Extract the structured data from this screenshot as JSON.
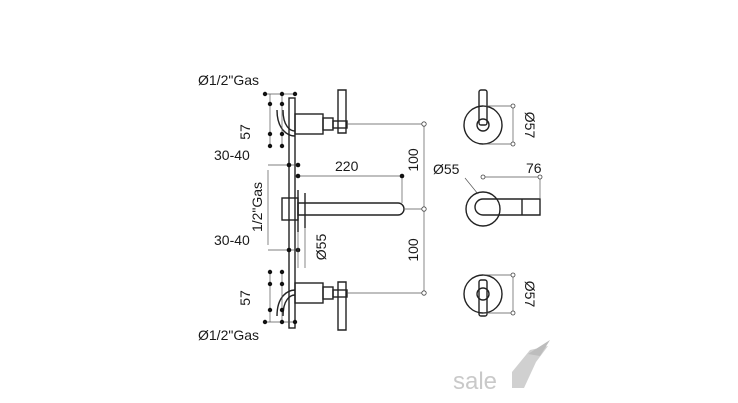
{
  "labels": {
    "gas_top": "Ø1/2\"Gas",
    "gas_bottom": "Ø1/2\"Gas",
    "gas_side": "1/2\"Gas",
    "dim_57_top": "57",
    "dim_57_bottom": "57",
    "dim_30_40_top": "30-40",
    "dim_30_40_bottom": "30-40",
    "dim_220": "220",
    "dim_100_top": "100",
    "dim_100_bottom": "100",
    "dim_55_side": "Ø55",
    "dim_55_front": "Ø55",
    "dim_76": "76",
    "dim_57_front_top": "Ø57",
    "dim_57_front_bottom": "Ø57"
  },
  "watermark": {
    "text": "sale",
    "icon": "sale-swoosh-logo"
  },
  "colors": {
    "line": "#222222",
    "watermark": "#c9c9c9",
    "background": "#ffffff"
  }
}
